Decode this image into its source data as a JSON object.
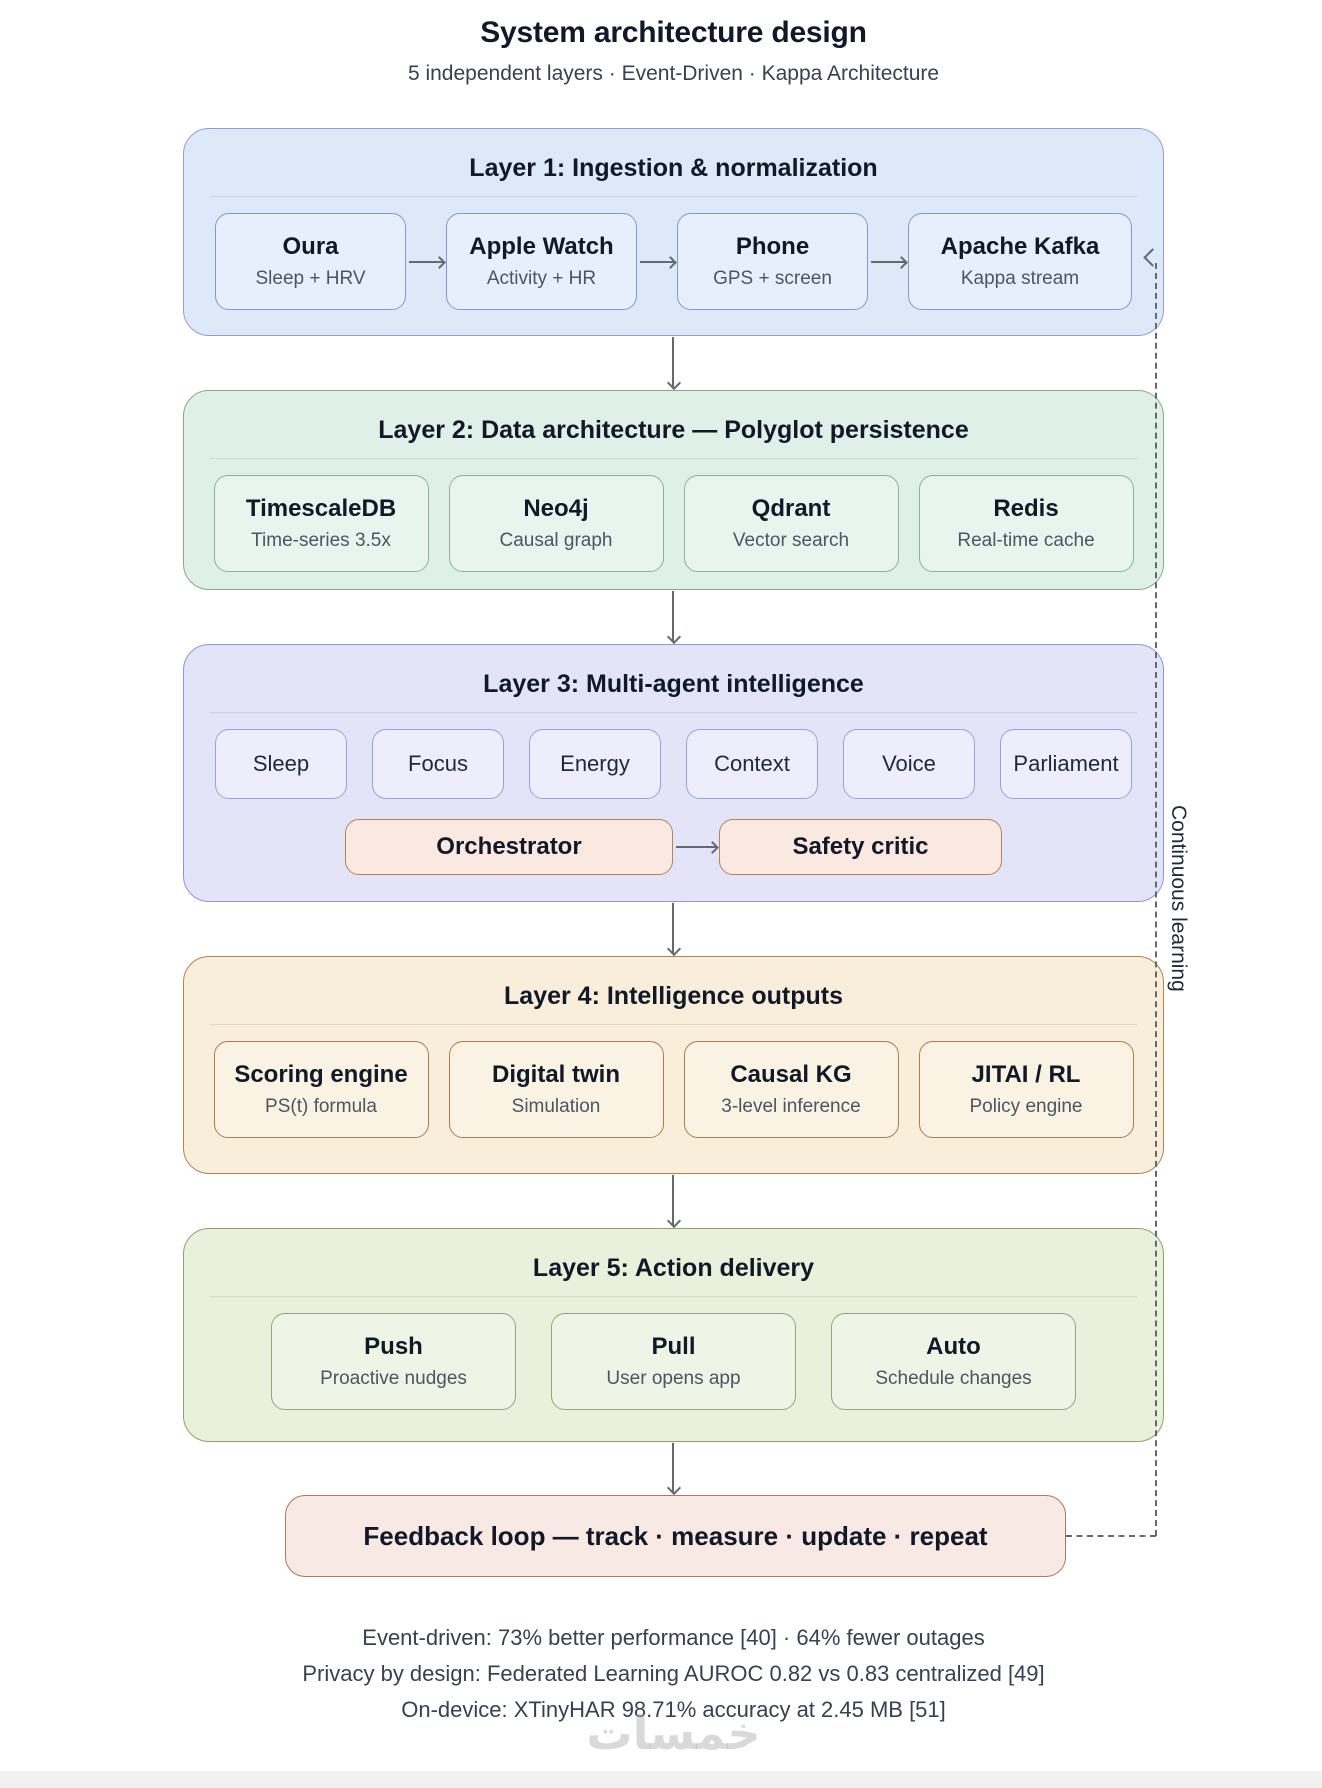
{
  "page": {
    "title": "System architecture design",
    "subtitle": "5 independent layers · Event-Driven · Kappa Architecture"
  },
  "layers": [
    {
      "title": "Layer 1: Ingestion & normalization",
      "boxes": [
        {
          "title": "Oura",
          "subtitle": "Sleep + HRV"
        },
        {
          "title": "Apple Watch",
          "subtitle": "Activity + HR"
        },
        {
          "title": "Phone",
          "subtitle": "GPS + screen"
        },
        {
          "title": "Apache Kafka",
          "subtitle": "Kappa stream"
        }
      ]
    },
    {
      "title": "Layer 2: Data architecture — Polyglot persistence",
      "boxes": [
        {
          "title": "TimescaleDB",
          "subtitle": "Time-series 3.5x"
        },
        {
          "title": "Neo4j",
          "subtitle": "Causal graph"
        },
        {
          "title": "Qdrant",
          "subtitle": "Vector search"
        },
        {
          "title": "Redis",
          "subtitle": "Real-time cache"
        }
      ]
    },
    {
      "title": "Layer 3: Multi-agent intelligence",
      "agents": [
        "Sleep",
        "Focus",
        "Energy",
        "Context",
        "Voice",
        "Parliament"
      ],
      "orchestrator": "Orchestrator",
      "safety_critic": "Safety critic"
    },
    {
      "title": "Layer 4: Intelligence outputs",
      "boxes": [
        {
          "title": "Scoring engine",
          "subtitle": "PS(t) formula"
        },
        {
          "title": "Digital twin",
          "subtitle": "Simulation"
        },
        {
          "title": "Causal KG",
          "subtitle": "3-level inference"
        },
        {
          "title": "JITAI / RL",
          "subtitle": "Policy engine"
        }
      ]
    },
    {
      "title": "Layer 5: Action delivery",
      "boxes": [
        {
          "title": "Push",
          "subtitle": "Proactive nudges"
        },
        {
          "title": "Pull",
          "subtitle": "User opens app"
        },
        {
          "title": "Auto",
          "subtitle": "Schedule changes"
        }
      ]
    }
  ],
  "feedback_label": "Feedback loop — track · measure · update · repeat",
  "side_label": "Continuous learning",
  "footer_lines": [
    "Event-driven: 73% better performance [40] · 64% fewer outages",
    "Privacy by design: Federated Learning AUROC 0.82 vs 0.83 centralized [49]",
    "On-device: XTinyHAR 98.71% accuracy at 2.45 MB [51]"
  ],
  "watermark": "خمسات",
  "colors": {
    "layer1_bg": "#dde8f8",
    "layer1_border": "#8fa0da",
    "layer2_bg": "#def0e8",
    "layer2_border": "#83aa92",
    "layer3_bg": "#e4e4f9",
    "layer3_border": "#8d96da",
    "layer4_bg": "#f8eeda",
    "layer4_border": "#b3834f",
    "layer5_bg": "#e9f1dd",
    "layer5_border": "#86a56a",
    "accent_bg": "#fae9e0",
    "accent_border": "#b5825c",
    "feedback_bg": "#f9e9e5",
    "feedback_border": "#ad7960",
    "arrow": "#64696f"
  }
}
